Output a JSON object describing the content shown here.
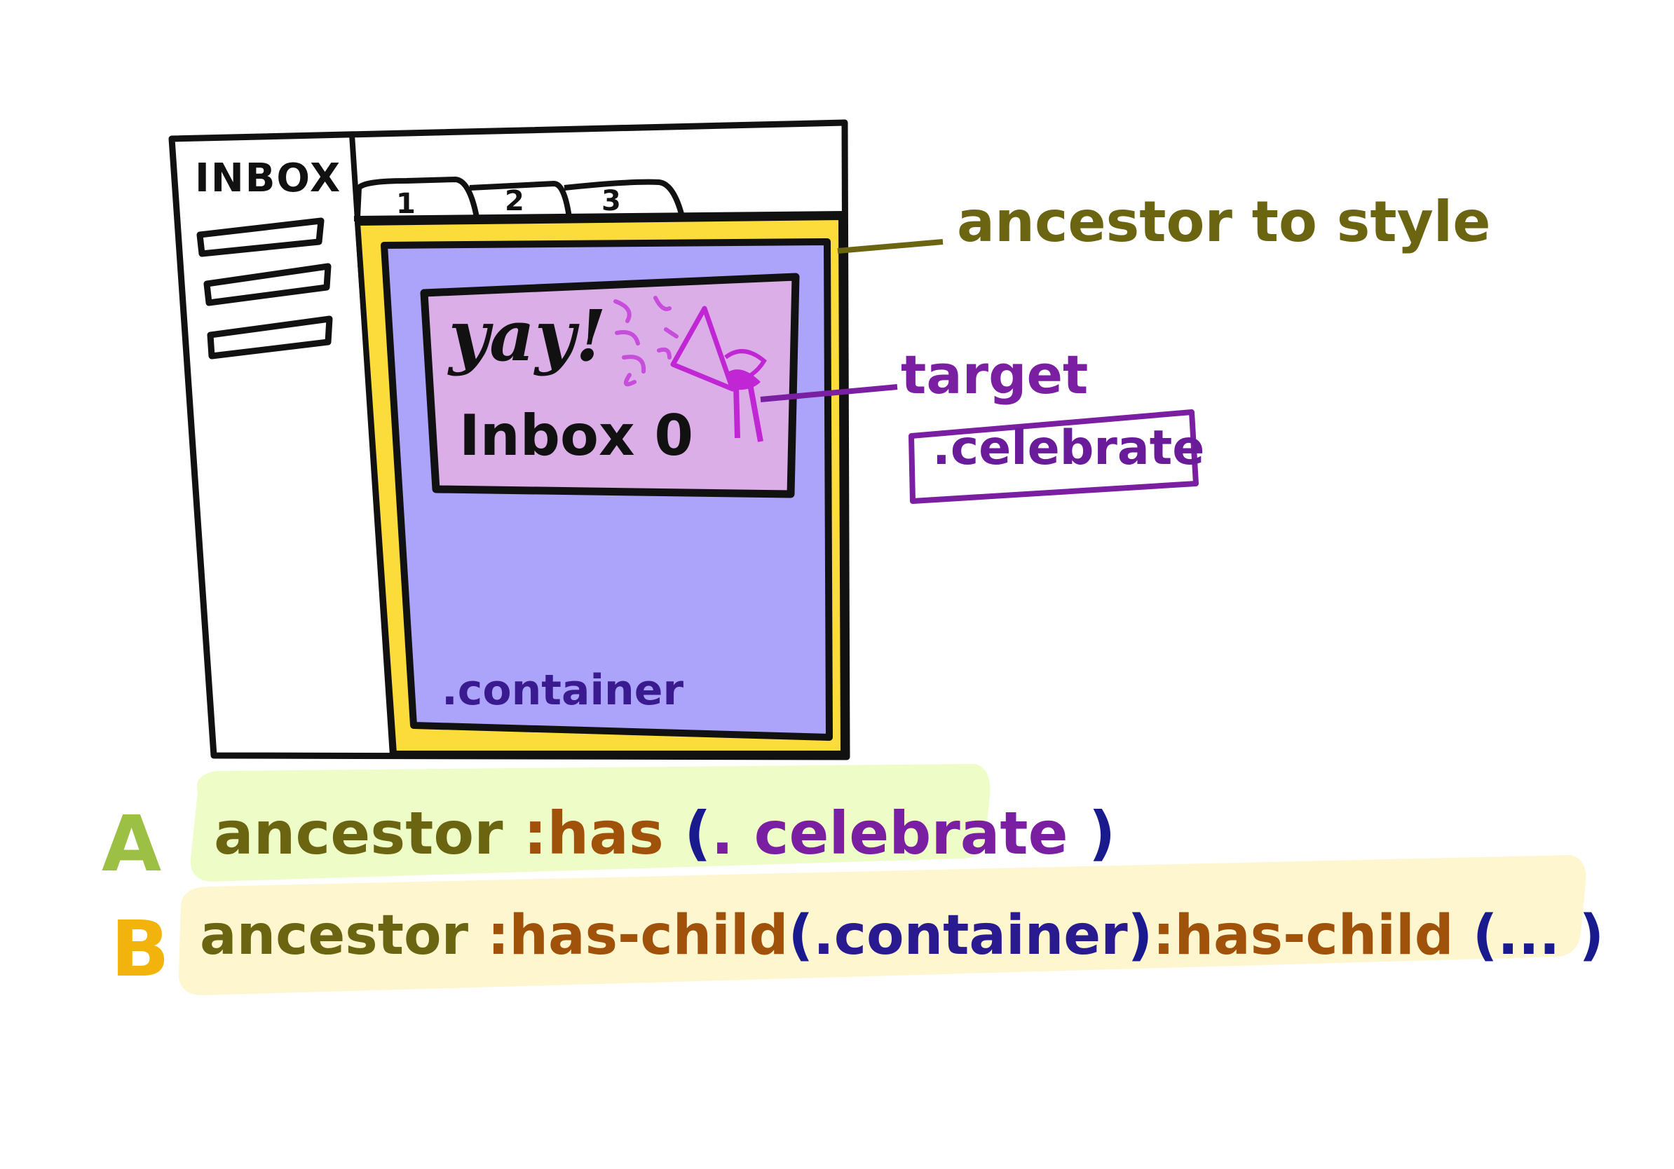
{
  "window": {
    "sidebar_title": "INBOX",
    "tabs": [
      "1",
      "2",
      "3"
    ],
    "target_text_line1": "yay!",
    "target_text_line2": "Inbox 0",
    "container_label": ".container"
  },
  "annotations": {
    "ancestor": "ancestor to style",
    "target": "target",
    "celebrate": ".celebrate"
  },
  "options": [
    {
      "letter": "A",
      "parts": {
        "ancestor": "ancestor",
        "has": ":has",
        "open": "(",
        "selector": ". celebrate",
        "close": ")"
      }
    },
    {
      "letter": "B",
      "parts": {
        "ancestor": "ancestor",
        "has1": ":has-child",
        "open1": "(",
        "selector1": ".container",
        "close1": ")",
        "has2": ":has-child",
        "open2": "(",
        "selector2": "...",
        "close2": ")"
      }
    }
  ],
  "colors": {
    "ancestor_yellow": "#fbdc3a",
    "container_purple": "#aca4fb",
    "target_pink": "#dcaee8",
    "highlight_a": "#eefcc8",
    "highlight_b": "#fdf6cf",
    "letter_a": "#9cc044",
    "letter_b": "#f2b30c"
  }
}
